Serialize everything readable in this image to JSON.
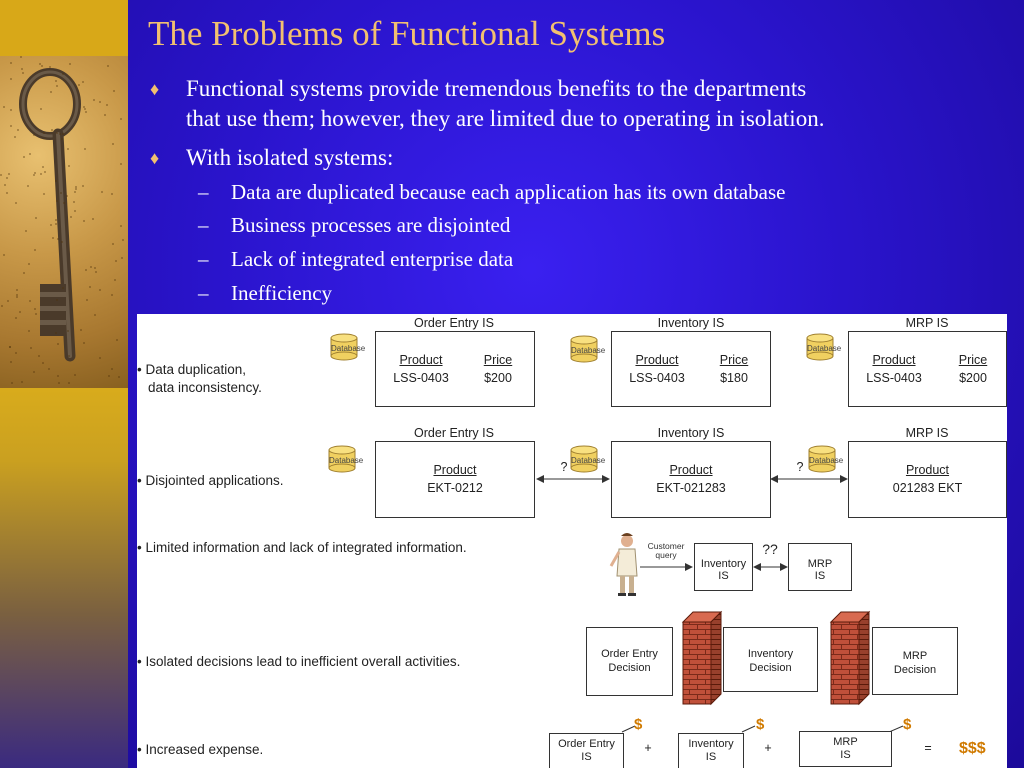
{
  "slide": {
    "title": "The Problems of Functional Systems",
    "bullets": [
      {
        "lines": [
          "Functional systems provide tremendous benefits to the departments",
          "that use them; however, they are limited due to operating in isolation."
        ]
      },
      {
        "lines": [
          "With isolated systems:"
        ]
      }
    ],
    "sub_bullets": [
      "Data are duplicated because each application has its own database",
      "Business processes are disjointed",
      "Lack of integrated enterprise data",
      "Inefficiency"
    ]
  },
  "diagram": {
    "row_labels": [
      "• Data duplication,",
      "data inconsistency.",
      "• Disjointed applications.",
      "• Limited information and lack of integrated information.",
      "• Isolated decisions lead to inefficient overall activities.",
      "• Increased expense."
    ],
    "db_label": "Database",
    "row1": {
      "systems": [
        {
          "name": "Order Entry IS",
          "col1": "Product",
          "col2": "Price",
          "val1": "LSS-0403",
          "val2": "$200"
        },
        {
          "name": "Inventory IS",
          "col1": "Product",
          "col2": "Price",
          "val1": "LSS-0403",
          "val2": "$180"
        },
        {
          "name": "MRP IS",
          "col1": "Product",
          "col2": "Price",
          "val1": "LSS-0403",
          "val2": "$200"
        }
      ]
    },
    "row2": {
      "systems": [
        {
          "name": "Order Entry IS",
          "col": "Product",
          "val": "EKT-0212"
        },
        {
          "name": "Inventory IS",
          "col": "Product",
          "val": "EKT-021283"
        },
        {
          "name": "MRP IS",
          "col": "Product",
          "val": "021283 EKT"
        }
      ],
      "question": "?"
    },
    "row3": {
      "customer_query": [
        "Customer",
        "query"
      ],
      "inventory": [
        "Inventory",
        "IS"
      ],
      "mrp": [
        "MRP",
        "IS"
      ],
      "question": "??"
    },
    "row4": {
      "decisions": [
        [
          "Order Entry",
          "Decision"
        ],
        [
          "Inventory",
          "Decision"
        ],
        [
          "MRP",
          "Decision"
        ]
      ]
    },
    "row5": {
      "items": [
        [
          "Order Entry",
          "IS"
        ],
        [
          "Inventory",
          "IS"
        ],
        [
          "MRP",
          "IS"
        ]
      ],
      "dollar": "$",
      "plus": "+",
      "equals": "=",
      "total": "$$$"
    }
  },
  "colors": {
    "title": "#f2c070",
    "background": "#2a14cc",
    "brick": "#c0503a",
    "dollar": "#d07a00"
  }
}
